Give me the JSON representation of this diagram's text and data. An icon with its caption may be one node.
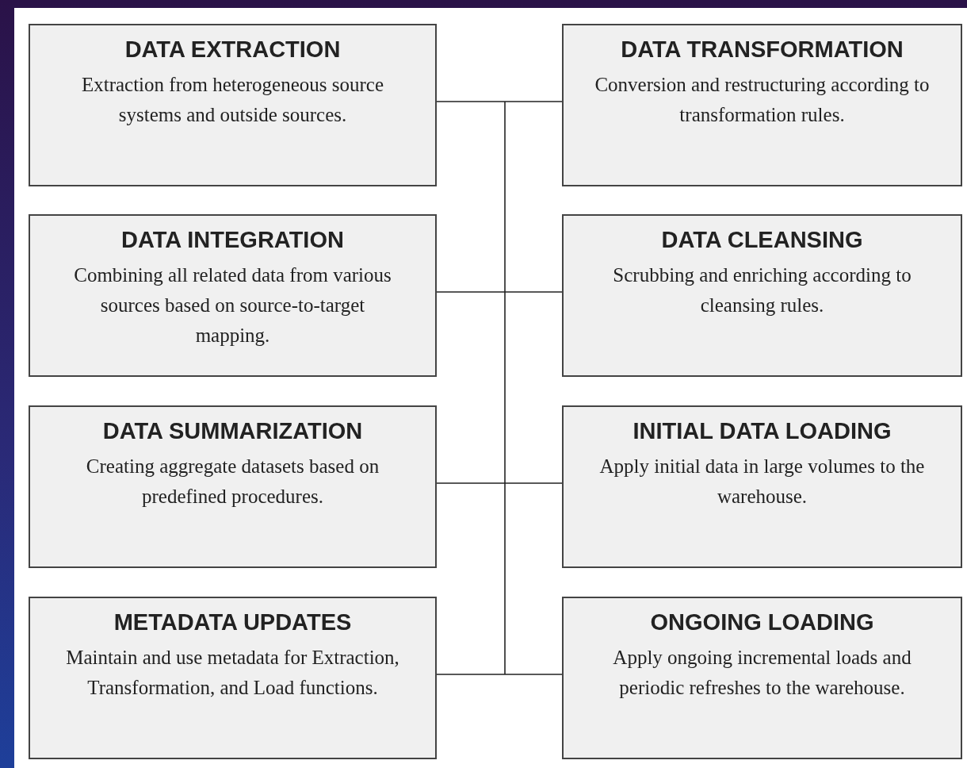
{
  "diagram": {
    "nodes": [
      {
        "text": [
          "DATA EXTRACTION",
          "Extraction from heterogeneous source systems and outside sources."
        ]
      },
      {
        "text": [
          "DATA TRANSFORMATION",
          "Conversion and restructuring according to transformation rules."
        ]
      },
      {
        "text": [
          "DATA INTEGRATION",
          "Combining all related data from various sources based on source-to-target mapping."
        ]
      },
      {
        "text": [
          "DATA CLEANSING",
          "Scrubbing and enriching according to cleansing rules."
        ]
      },
      {
        "text": [
          "DATA SUMMARIZATION",
          "Creating aggregate datasets based on predefined procedures."
        ]
      },
      {
        "text": [
          "INITIAL DATA LOADING",
          "Apply initial data in large volumes to the warehouse."
        ]
      },
      {
        "text": [
          "METADATA UPDATES",
          "Maintain and use metadata for Extraction, Transformation, and Load functions."
        ]
      },
      {
        "text": [
          "ONGOING LOADING",
          "Apply ongoing incremental loads and periodic refreshes to the warehouse."
        ]
      }
    ],
    "edges": [
      {
        "from": 0,
        "to": 1,
        "arrow": "none"
      },
      {
        "from": 2,
        "to": 3,
        "arrow": "none"
      },
      {
        "from": 4,
        "to": 5,
        "arrow": "none"
      },
      {
        "from": 6,
        "to": 7,
        "arrow": "none"
      }
    ]
  }
}
